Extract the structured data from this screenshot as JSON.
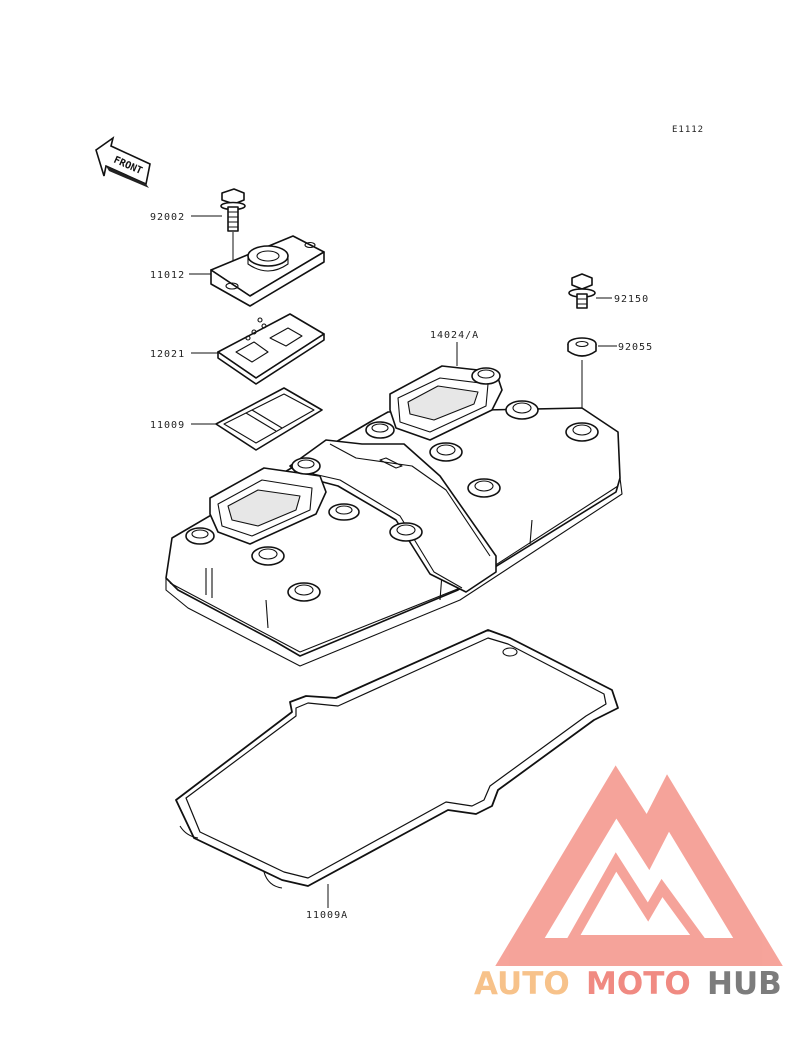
{
  "diagram_code": "E1112",
  "front_label": "FRONT",
  "callouts": [
    {
      "id": "bolt-top",
      "label": "92002"
    },
    {
      "id": "breather-cover",
      "label": "11012"
    },
    {
      "id": "reed-plate",
      "label": "12021"
    },
    {
      "id": "small-gasket",
      "label": "11009"
    },
    {
      "id": "head-cover",
      "label": "14024/A"
    },
    {
      "id": "bolt-right",
      "label": "92150"
    },
    {
      "id": "washer",
      "label": "92055"
    },
    {
      "id": "large-gasket",
      "label": "11009A"
    }
  ],
  "watermark": {
    "part1": "AUTO",
    "part2": "MOTO",
    "part3": "HUB",
    "color1": "#f7c28a",
    "color2": "#f08a82",
    "color3": "#7c7c7c",
    "logo_color": "#f59a90"
  }
}
